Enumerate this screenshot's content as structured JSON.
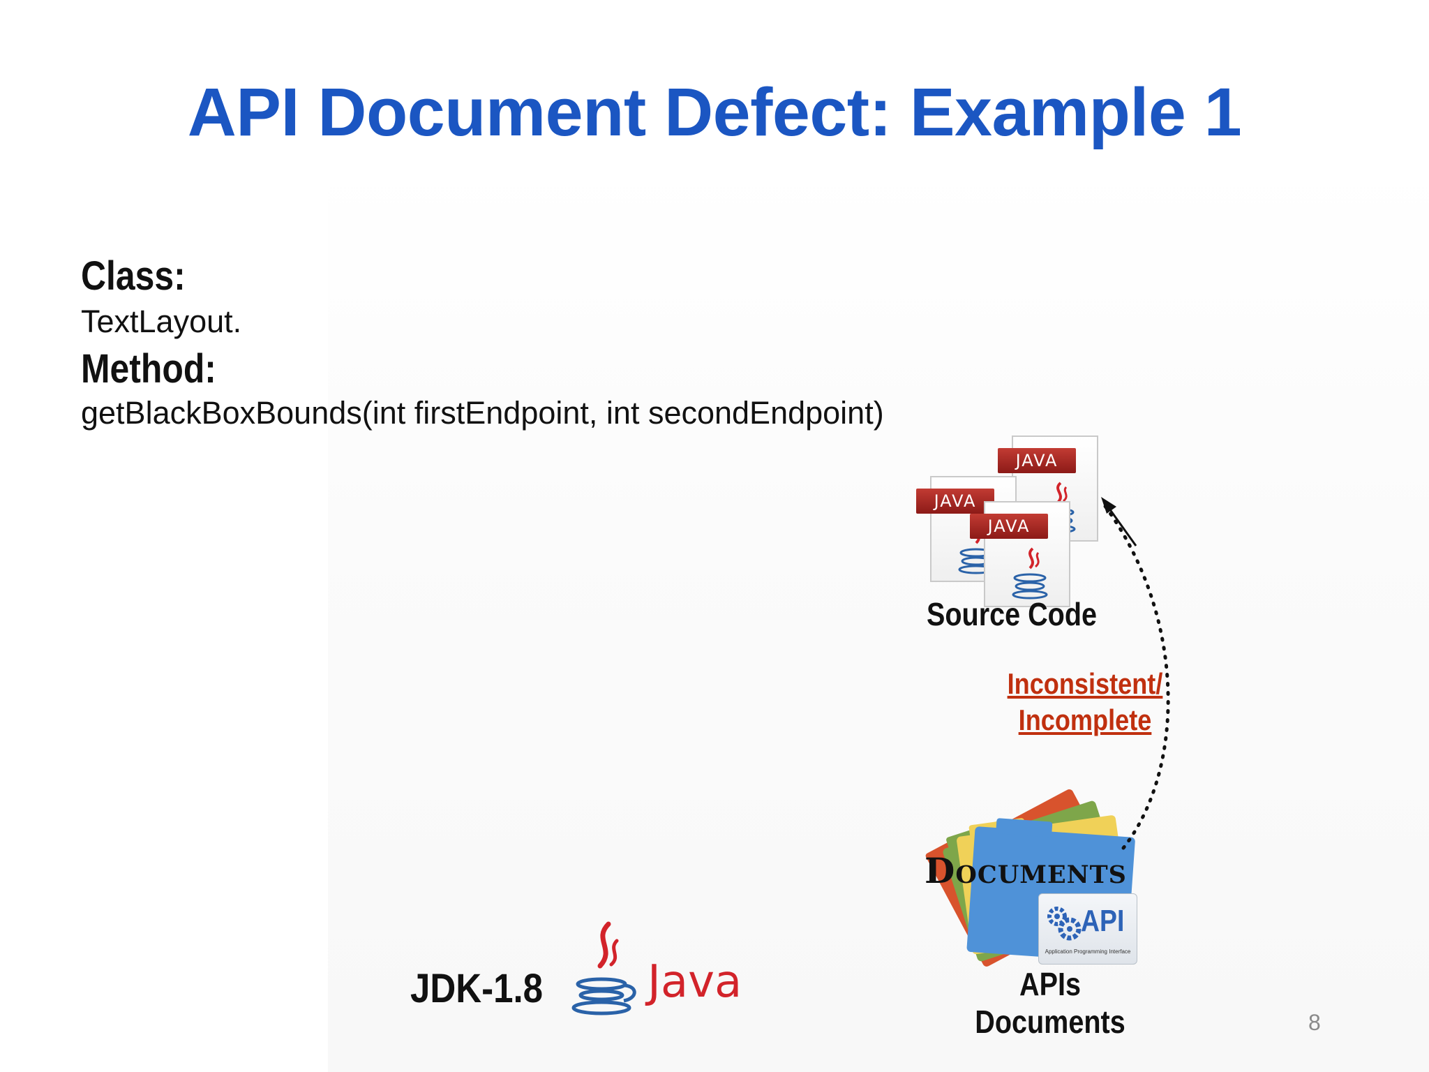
{
  "slide": {
    "title": "API Document Defect: Example 1",
    "class_label": "Class:",
    "class_value": "TextLayout.",
    "method_label": "Method:",
    "method_value": "getBlackBoxBounds(int firstEndpoint, int secondEndpoint)",
    "page_number": "8"
  },
  "diagram": {
    "file_tag": "JAVA",
    "source_caption": "Source Code",
    "relation_line1": "Inconsistent/",
    "relation_line2": "Incomplete",
    "documents_title": "Documents",
    "api_badge_text": "API",
    "api_badge_subtitle": "Application Programming Interface",
    "apis_caption": "APIs Documents"
  },
  "footer": {
    "jdk_label": "JDK-1.8",
    "java_logo_text": "Java"
  },
  "colors": {
    "title": "#1b56c2",
    "relation": "#c0300f",
    "java_red": "#d2232a",
    "java_blue": "#2a62a8"
  },
  "icons": [
    "java-file-icon",
    "documents-folder-icon",
    "java-logo-icon",
    "api-gear-icon"
  ]
}
